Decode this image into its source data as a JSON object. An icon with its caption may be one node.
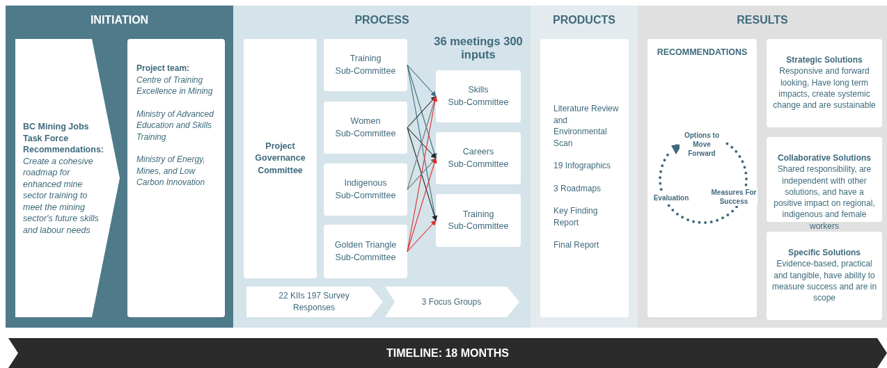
{
  "diagram": {
    "nodes": [
      {
        "text": [
          "INITIATION"
        ]
      },
      {
        "text": [
          "BC Mining Jobs Task Force Recommendations:",
          "Create a cohesive roadmap for enhanced mine sector training to meet the mining sector's future skills and labour needs"
        ],
        "in": 0
      },
      {
        "text": [
          "Project team:",
          "Centre of Training Excellence in Mining",
          "Ministry of Advanced Education and Skills Training",
          "Ministry of Energy, Mines, and Low Carbon Innovation"
        ],
        "in": 0
      },
      {
        "text": [
          "PROCESS"
        ]
      },
      {
        "text": [
          "Project Governance Committee"
        ],
        "in": 3
      },
      {
        "text": [
          "Training Sub-Committee"
        ],
        "in": 3
      },
      {
        "text": [
          "Women Sub-Committee"
        ],
        "in": 3
      },
      {
        "text": [
          "Indigenous Sub-Committee"
        ],
        "in": 3
      },
      {
        "text": [
          "Golden Triangle Sub-Committee"
        ],
        "in": 3
      },
      {
        "text": [
          "Skills Sub-Committee"
        ],
        "in": 3
      },
      {
        "text": [
          "Careers Sub-Committee"
        ],
        "in": 3
      },
      {
        "text": [
          "Training Sub-Committee"
        ],
        "in": 3
      },
      {
        "text": [
          "22 KIIs 197 Survey Responses"
        ],
        "in": 3
      },
      {
        "text": [
          "3 Focus Groups"
        ],
        "in": 3
      },
      {
        "text": [
          "PRODUCTS"
        ]
      },
      {
        "text": [
          "Literature Review and Environmental Scan",
          "19 Infographics",
          "3 Roadmaps",
          "Key Finding Report",
          "Final Report"
        ],
        "in": 14
      },
      {
        "text": [
          "RESULTS"
        ]
      },
      {
        "text": [
          "RECOMMENDATIONS",
          "Options to Move Forward",
          "Evaluation",
          "Measures For Success"
        ],
        "in": 16
      },
      {
        "text": [
          "Strategic Solutions",
          "Responsive and forward looking, Have long term impacts, create systemic change and are sustainable"
        ],
        "in": 16
      },
      {
        "text": [
          "Collaborative Solutions",
          "Shared responsibility, are independent with other solutions, and have a positive impact on regional, indigenous and female workers"
        ],
        "in": 16
      },
      {
        "text": [
          "Specific Solutions",
          "Evidence-based, practical and tangible, have ability to measure success and are in scope"
        ],
        "in": 16
      },
      {
        "text": [
          "TIMELINE: 18 MONTHS"
        ]
      }
    ],
    "edges": [
      {
        "from": 5,
        "to": 9,
        "arrow": "to",
        "color": "#3b6f80"
      },
      {
        "from": 5,
        "to": 10,
        "arrow": "to",
        "color": "#3b6f80"
      },
      {
        "from": 5,
        "to": 11,
        "arrow": "to",
        "color": "#3b6f80"
      },
      {
        "from": 6,
        "to": 9,
        "arrow": "to",
        "color": "#262626"
      },
      {
        "from": 6,
        "to": 10,
        "arrow": "to",
        "color": "#262626"
      },
      {
        "from": 6,
        "to": 11,
        "arrow": "to",
        "color": "#262626"
      },
      {
        "from": 7,
        "to": 9,
        "arrow": "to",
        "color": "#707070"
      },
      {
        "from": 7,
        "to": 10,
        "arrow": "to",
        "color": "#707070"
      },
      {
        "from": 8,
        "to": 9,
        "arrow": "to",
        "color": "#e02a2a"
      },
      {
        "from": 8,
        "to": 10,
        "arrow": "to",
        "color": "#e02a2a"
      },
      {
        "from": 8,
        "to": 11,
        "arrow": "to",
        "color": "#e02a2a"
      }
    ],
    "labels": [
      "36 meetings 300 inputs"
    ]
  }
}
